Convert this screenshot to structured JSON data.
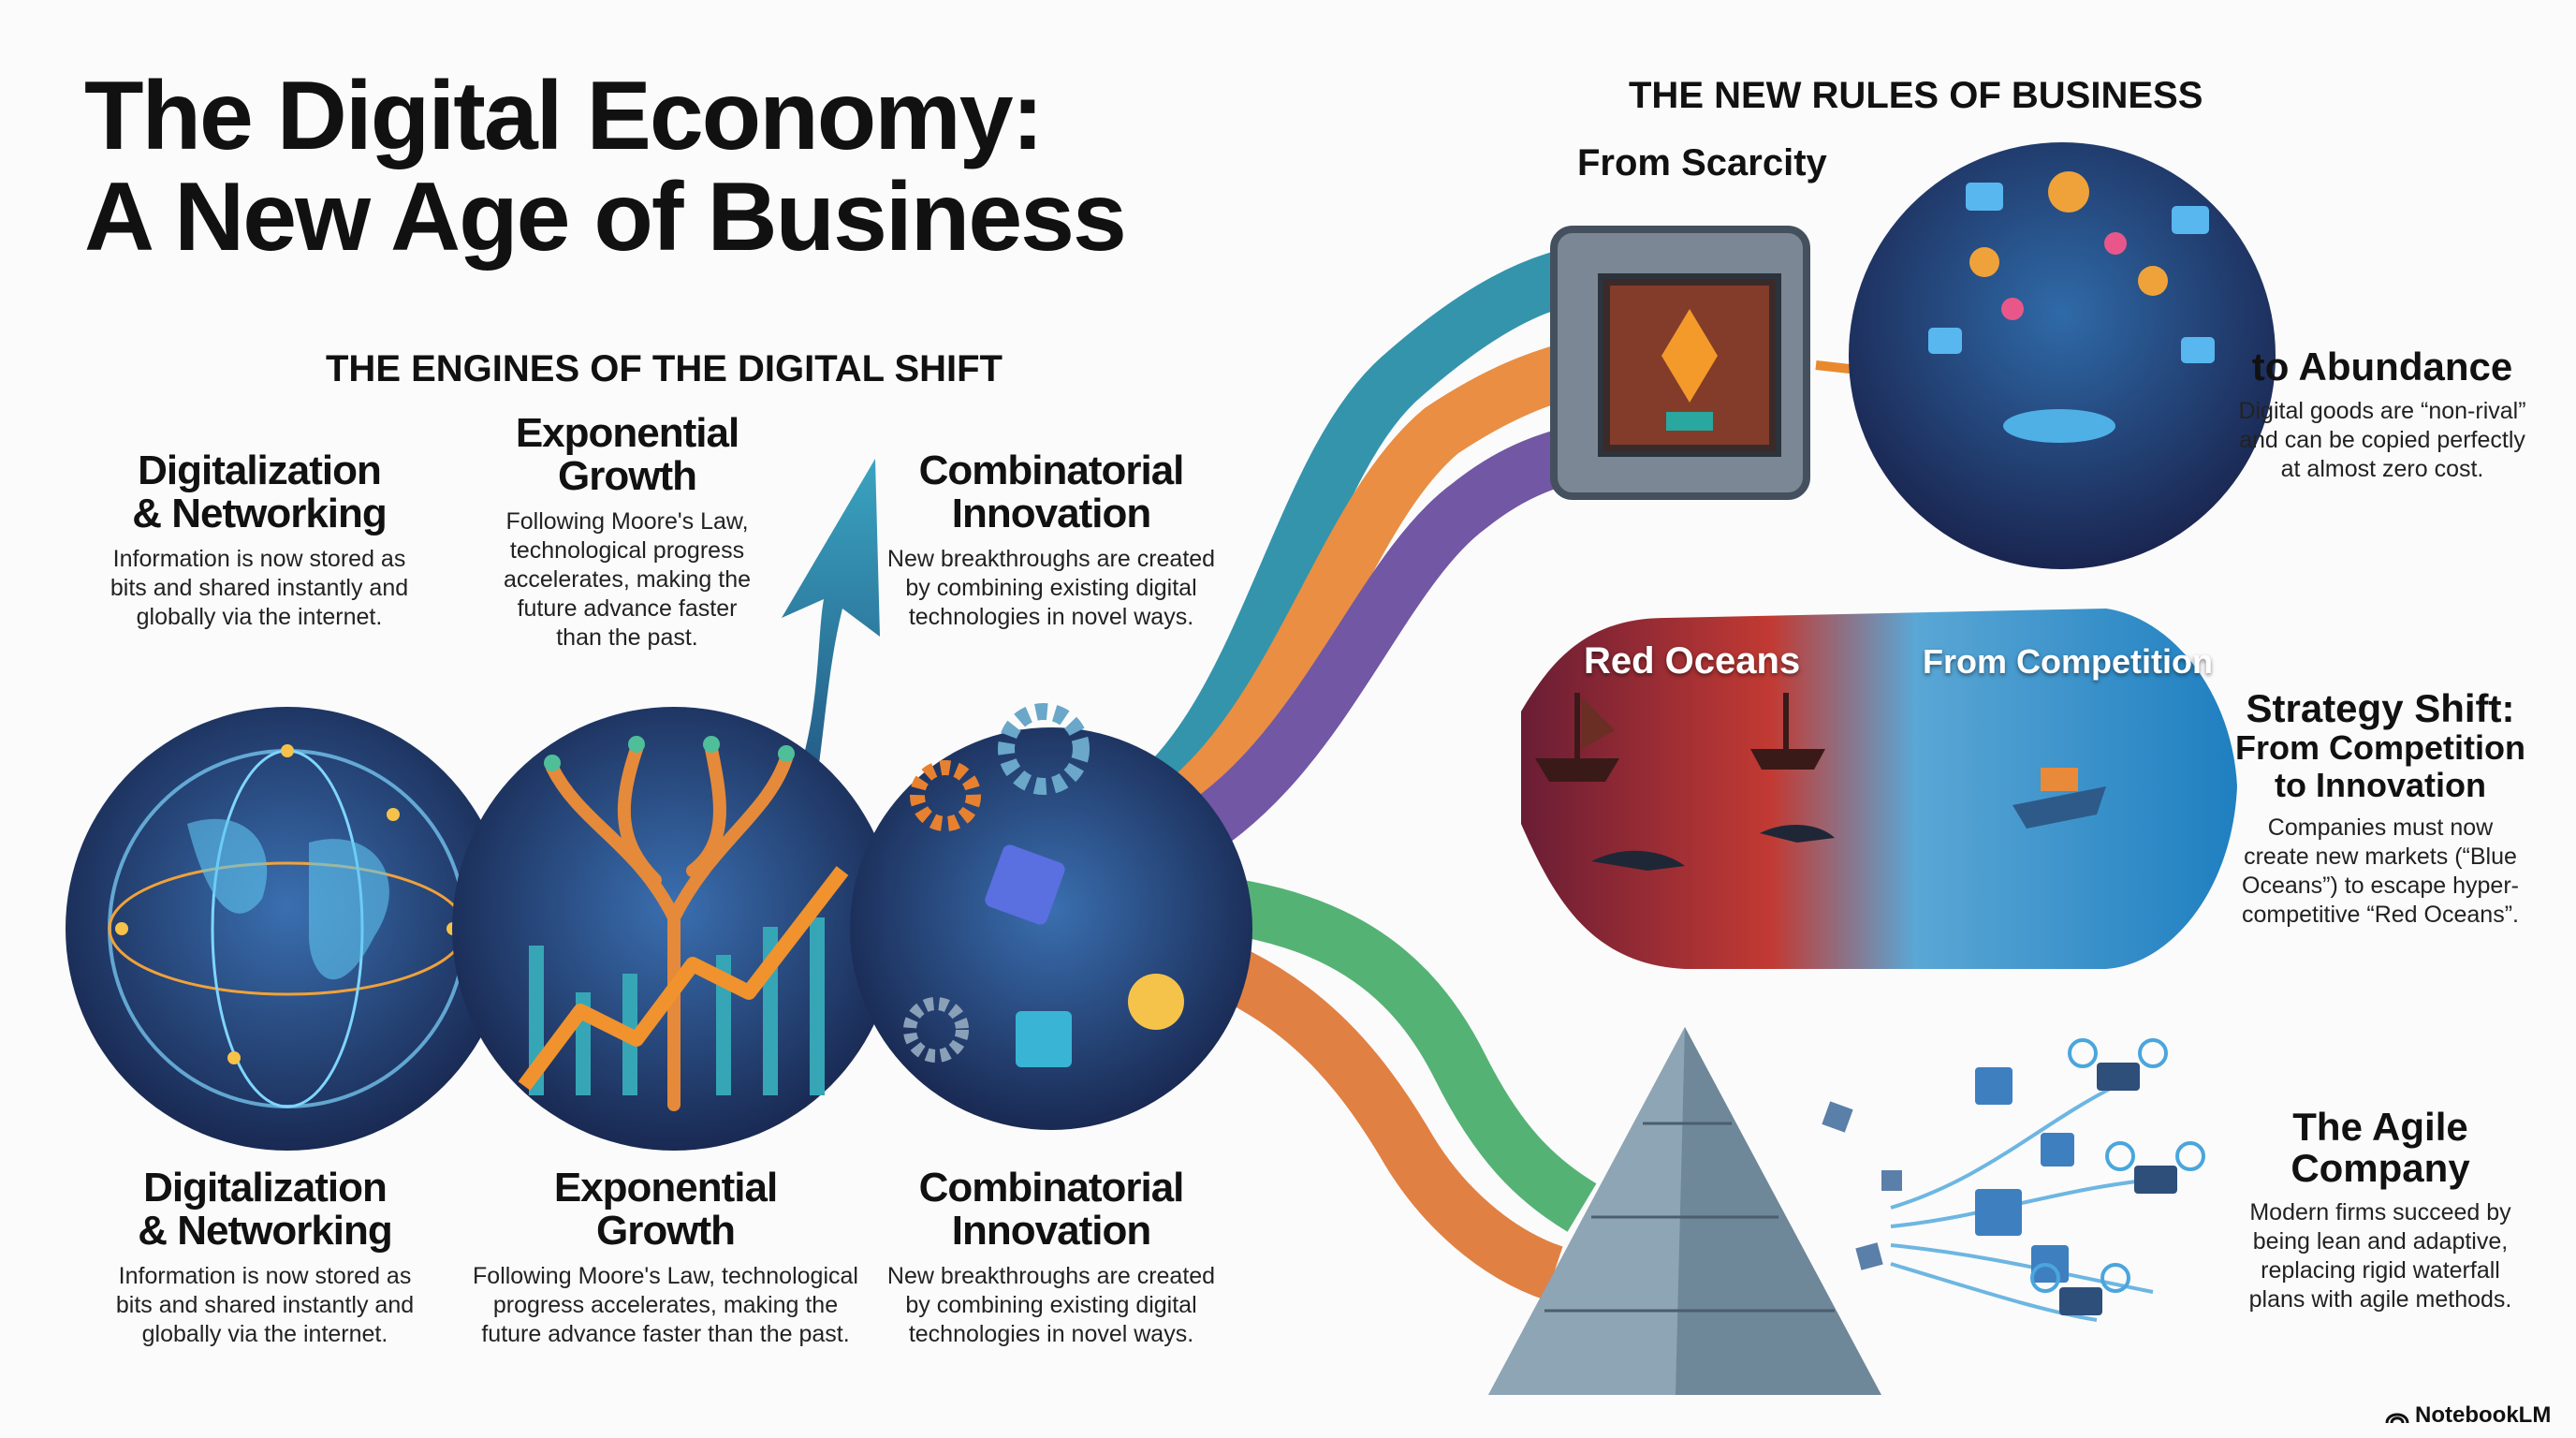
{
  "title": {
    "line1": "The Digital Economy:",
    "line2": "A New Age of Business"
  },
  "engines": {
    "heading": "THE ENGINES OF THE DIGITAL SHIFT",
    "top": [
      {
        "title1": "Digitalization",
        "title2": "& Networking",
        "body": [
          "Information is now stored as",
          "bits and shared instantly and",
          "globally via the internet."
        ]
      },
      {
        "title1": "Exponential",
        "title2": "Growth",
        "body": [
          "Following Moore's Law,",
          "technological progress",
          "accelerates, making the",
          "future advance faster",
          "than the past."
        ]
      },
      {
        "title1": "Combinatorial",
        "title2": "Innovation",
        "body": [
          "New breakthroughs are created",
          "by combining existing digital",
          "technologies in novel ways."
        ]
      }
    ],
    "bottom": [
      {
        "title1": "Digitalization",
        "title2": "& Networking",
        "body": [
          "Information is now stored as",
          "bits and shared instantly and",
          "globally via the internet."
        ]
      },
      {
        "title1": "Exponential",
        "title2": "Growth",
        "body": [
          "Following Moore's Law, technological",
          "progress accelerates, making the",
          "future advance faster than the past."
        ]
      },
      {
        "title1": "Combinatorial",
        "title2": "Innovation",
        "body": [
          "New breakthroughs are created",
          "by combining existing digital",
          "technologies in novel ways."
        ]
      }
    ]
  },
  "rules": {
    "heading": "THE NEW RULES OF BUSINESS",
    "scarcity": {
      "from_label": "From Scarcity",
      "title": "to Abundance",
      "body": [
        "Digital goods are “non-rival”",
        "and can be copied perfectly",
        "at almost zero cost."
      ]
    },
    "strategy": {
      "red_label": "Red Oceans",
      "blue_label": "From Competition",
      "title": "Strategy Shift:",
      "subtitle1": "From Competition",
      "subtitle2": "to Innovation",
      "body": [
        "Companies must now",
        "create new markets (“Blue",
        "Oceans”) to escape hyper-",
        "competitive “Red Oceans”."
      ]
    },
    "agile": {
      "title1": "The Agile",
      "title2": "Company",
      "body": [
        "Modern firms succeed by",
        "being lean and adaptive,",
        "replacing rigid waterfall",
        "plans with agile methods."
      ]
    }
  },
  "branding": {
    "logo_text": "NotebookLM"
  },
  "colors": {
    "teal": "#2a8fa8",
    "orange": "#e9893a",
    "purple": "#6a4fa0",
    "green": "#4caf6e",
    "navy": "#1d2f5e",
    "red_ocean": "#b22a2e",
    "blue_ocean": "#3aa6d8"
  },
  "icons": [
    "globe-icon",
    "tree-icon",
    "growth-arrow-icon",
    "gears-icon",
    "lightbulb-icon",
    "chip-icon",
    "vault-icon",
    "gem-icon",
    "pirate-ship-icon",
    "shark-icon",
    "boat-icon",
    "pyramid-icon",
    "drone-icon",
    "notebooklm-logo-icon"
  ]
}
